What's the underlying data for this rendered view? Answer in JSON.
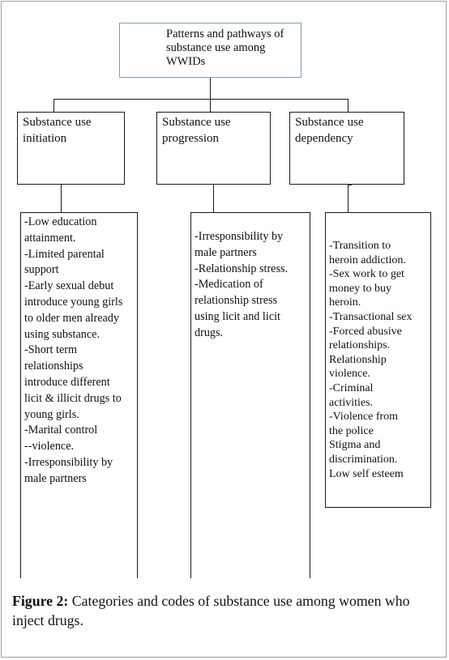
{
  "diagram": {
    "title": [
      "Patterns and pathways of",
      "substance use among",
      "WWIDs"
    ],
    "categories": [
      {
        "label": [
          "Substance use",
          "initiation"
        ],
        "items": [
          "-Low education",
          "attainment.",
          "-Limited parental",
          "support",
          "-Early sexual debut",
          "introduce young girls",
          "to older men already",
          "using substance.",
          "-Short term",
          "relationships",
          "introduce different",
          "licit & illicit drugs to",
          "young girls.",
          "-Marital control",
          "--violence.",
          "-Irresponsibility by",
          "male partners"
        ]
      },
      {
        "label": [
          "Substance use",
          "progression"
        ],
        "items": [
          "-Irresponsibility by",
          "male partners",
          "-Relationship stress.",
          "-Medication of",
          "relationship stress",
          "using licit and licit",
          "drugs."
        ]
      },
      {
        "label": [
          "Substance use",
          "dependency"
        ],
        "items": [
          "-Transition to",
          "heroin addiction.",
          "-Sex work to get",
          "money to buy",
          "heroin.",
          "-Transactional sex",
          "-Forced abusive",
          "relationships.",
          "Relationship",
          "violence.",
          "-Criminal",
          "activities.",
          "-Violence from",
          "the police",
          "Stigma and",
          "discrimination.",
          "Low self esteem"
        ]
      }
    ]
  },
  "caption": {
    "label": "Figure 2:",
    "text": " Categories and codes of substance use among women who inject drugs."
  }
}
